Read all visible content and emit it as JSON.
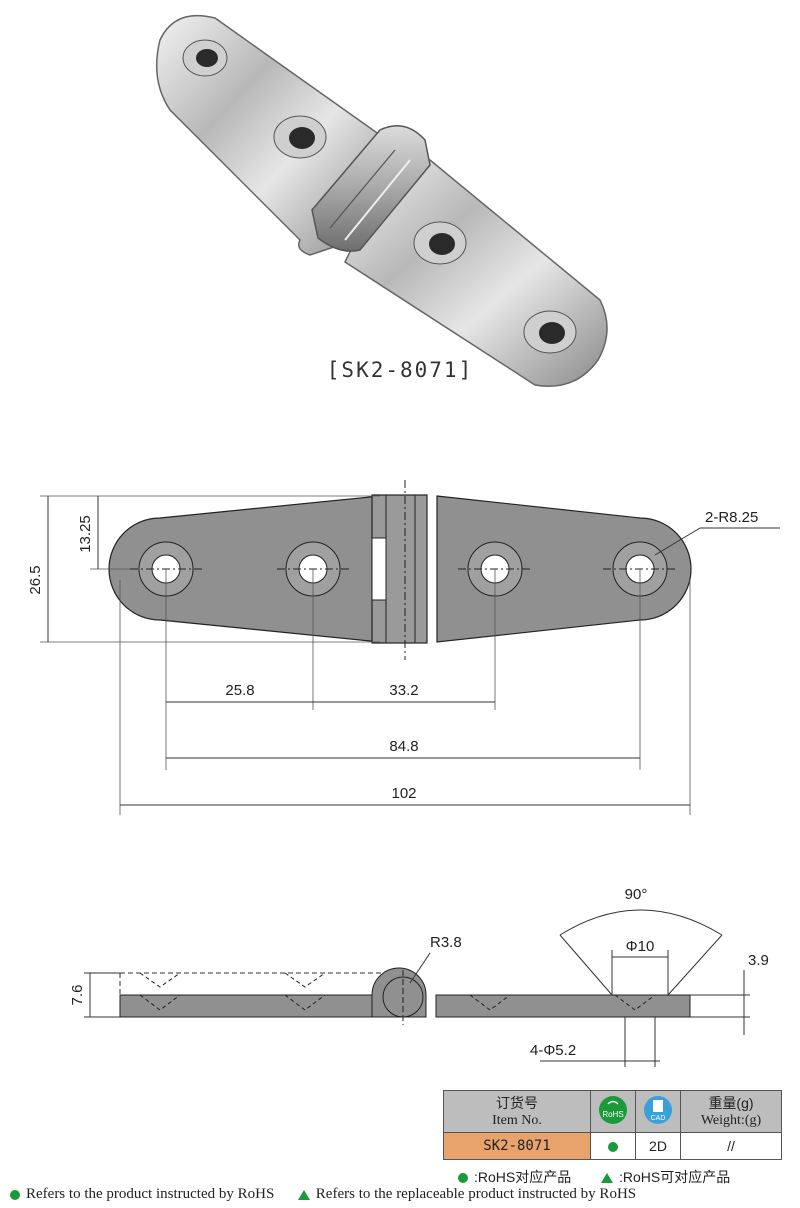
{
  "product": {
    "caption": "[SK2-8071]"
  },
  "drawing_top": {
    "dim_height_total": "26.5",
    "dim_half_height": "13.25",
    "dim_radius": "2-R8.25",
    "dim_hole_spacing_a": "25.8",
    "dim_hole_spacing_b": "33.2",
    "dim_hole_spacing_outer": "84.8",
    "dim_overall_length": "102"
  },
  "drawing_side": {
    "dim_angle": "90°",
    "dim_knuckle_radius": "R3.8",
    "dim_counterbore": "Φ10",
    "dim_thickness": "3.9",
    "dim_total_height": "7.6",
    "dim_holes": "4-Φ5.2"
  },
  "table": {
    "col_item_cn": "订货号",
    "col_item_en": "Item No.",
    "col_rohs_icon": "RoHS",
    "col_cad_icon": "CAD",
    "col_weight_cn": "重量(g)",
    "col_weight_en": "Weight:(g)",
    "item_no": "SK2-8071",
    "cad_value": "2D",
    "weight_value": "//"
  },
  "legend": {
    "cn_rohs": ":RoHS对应产品",
    "cn_replaceable": ":RoHS可对应产品",
    "en_rohs": "Refers to the product instructed by RoHS",
    "en_replaceable": "Refers to the replaceable product instructed by RoHS"
  },
  "colors": {
    "rohs_green": "#1a9a3a",
    "cad_blue": "#3aa0d8",
    "item_orange": "#e8a26b",
    "part_gray": "#909090"
  }
}
